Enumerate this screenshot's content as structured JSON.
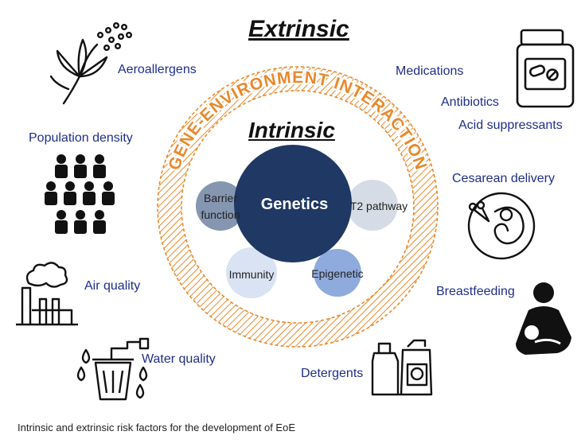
{
  "headings": {
    "extrinsic": "Extrinsic",
    "intrinsic": "Intrinsic"
  },
  "ring_text": "GENE-ENVIRONMENT INTERACTION",
  "intrinsic_factors": {
    "center": "Genetics",
    "barrier_line1": "Barrier",
    "barrier_line2": "function",
    "t2": "T2 pathway",
    "immunity": "Immunity",
    "epigenetic": "Epigenetic"
  },
  "extrinsic_factors": {
    "aeroallergens": "Aeroallergens",
    "population_density": "Population density",
    "air_quality": "Air quality",
    "water_quality": "Water quality",
    "medications": "Medications",
    "antibiotics": "Antibiotics",
    "acid_suppressants": "Acid suppressants",
    "cesarean_delivery": "Cesarean delivery",
    "breastfeeding": "Breastfeeding",
    "detergents": "Detergents"
  },
  "caption": "Intrinsic and extrinsic risk factors for the development of EoE",
  "colors": {
    "label_blue": "#1f2e8a",
    "ring_orange": "#e8892c",
    "genetics_navy": "#1f3864",
    "barrier_slate": "#8496b0",
    "t2_light": "#d6dce5",
    "immunity_light": "#dae3f3",
    "epigenetic_blue": "#8faadc"
  },
  "icons": [
    "flower-pollen-icon",
    "crowd-icon",
    "factory-icon",
    "water-filter-icon",
    "pill-bottle-icon",
    "scissors-fetus-icon",
    "breastfeeding-icon",
    "detergent-bottles-icon"
  ]
}
